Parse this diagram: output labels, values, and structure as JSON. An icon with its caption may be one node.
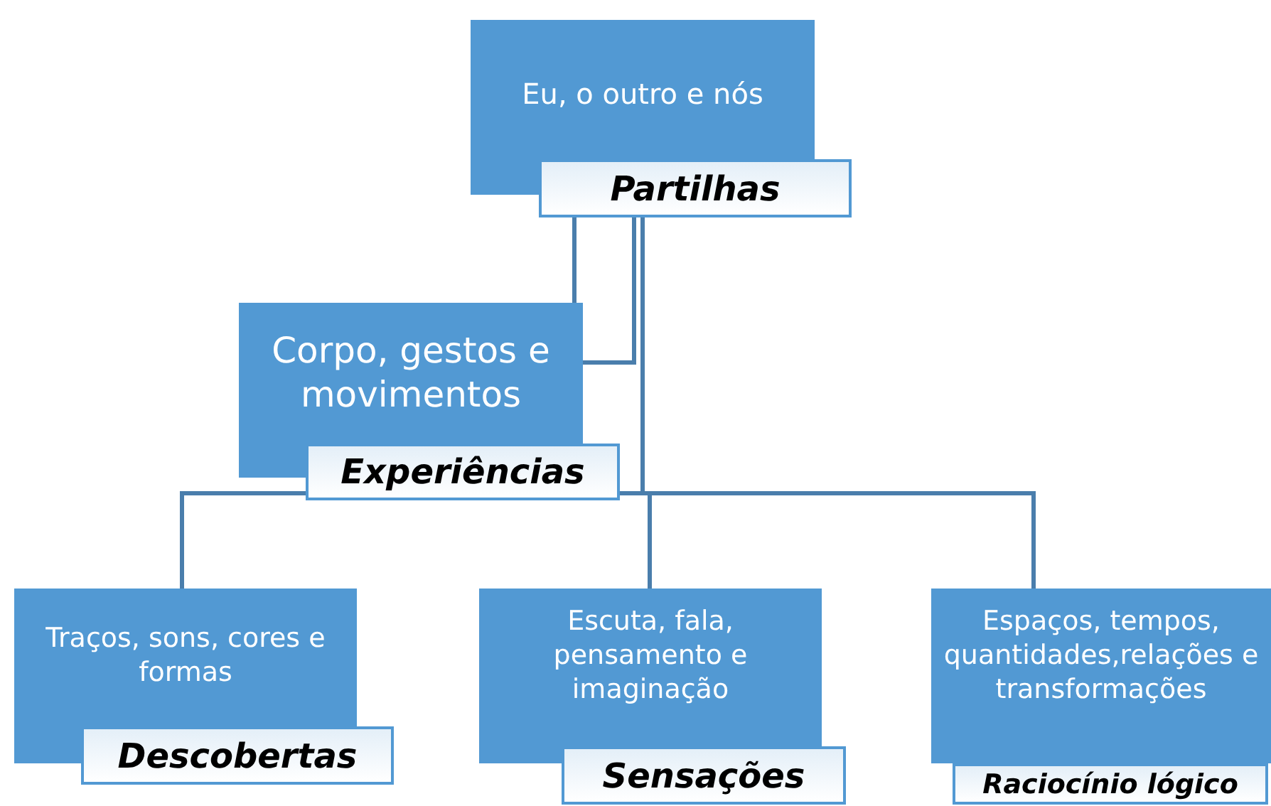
{
  "diagram": {
    "nodes": [
      {
        "text": [
          "Eu, o outro e nós",
          "Partilhas"
        ]
      },
      {
        "text": [
          "Corpo, gestos e movimentos",
          "Experiências"
        ]
      },
      {
        "text": [
          "Traços, sons, cores e formas",
          "Descobertas"
        ]
      },
      {
        "text": [
          "Escuta, fala, pensamento e imaginação",
          "Sensações"
        ]
      },
      {
        "text": [
          "Espaços, tempos, quantidades,relações e transformações",
          "Raciocínio lógico"
        ]
      }
    ],
    "edges": [
      {
        "from": 0,
        "to": 1,
        "arrow": "none"
      },
      {
        "from": 0,
        "to": 1,
        "arrow": "none"
      },
      {
        "from": 0,
        "to": 2,
        "arrow": "none"
      },
      {
        "from": 0,
        "to": 3,
        "arrow": "none"
      },
      {
        "from": 0,
        "to": 4,
        "arrow": "none"
      }
    ]
  }
}
